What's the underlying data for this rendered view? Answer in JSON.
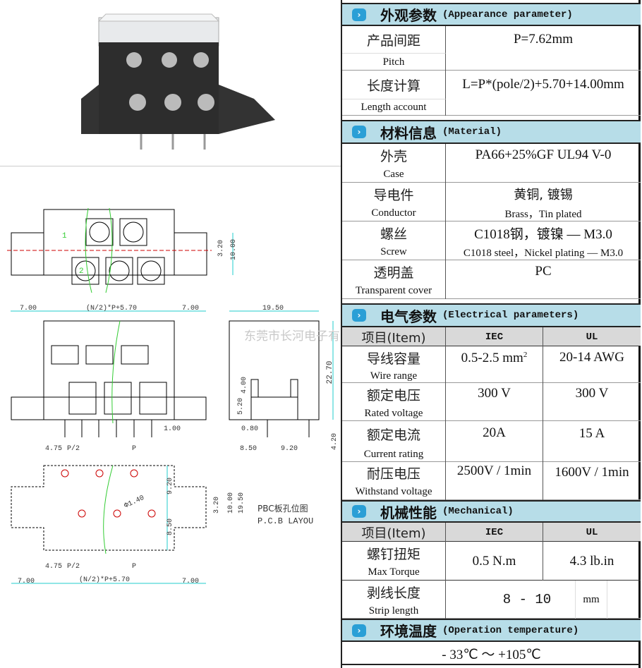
{
  "appearance": {
    "title_cn": "外观参数",
    "title_en": "(Appearance parameter)",
    "pitch": {
      "cn": "产品间距",
      "en": "Pitch",
      "value": "P=7.62mm"
    },
    "length": {
      "cn": "长度计算",
      "en": "Length account",
      "value": "L=P*(pole/2)+5.70+14.00mm"
    }
  },
  "material": {
    "title_cn": "材料信息",
    "title_en": "(Material)",
    "rows": [
      {
        "cn": "外壳",
        "en": "Case",
        "value": "PA66+25%GF UL94 V-0",
        "sub": ""
      },
      {
        "cn": "导电件",
        "en": "Conductor",
        "value": "黄铜, 镀锡",
        "sub": "Brass，Tin plated"
      },
      {
        "cn": "螺丝",
        "en": "Screw",
        "value": "C1018钢，镀镍 — M3.0",
        "sub": "C1018 steel，Nickel plating — M3.0"
      },
      {
        "cn": "透明盖",
        "en": "Transparent cover",
        "value": "PC",
        "sub": ""
      }
    ]
  },
  "electrical": {
    "title_cn": "电气参数",
    "title_en": "(Electrical parameters)",
    "item": "项目(Item)",
    "iec": "IEC",
    "ul": "UL",
    "rows": [
      {
        "cn": "导线容量",
        "en": "Wire range",
        "iec": "0.5-2.5 mm",
        "iec_sup": "2",
        "ul": "20-14  AWG"
      },
      {
        "cn": "额定电压",
        "en": "Rated voltage",
        "iec": "300 V",
        "ul": "300 V"
      },
      {
        "cn": "额定电流",
        "en": "Current rating",
        "iec": "20A",
        "ul": "15  A"
      },
      {
        "cn": "耐压电压",
        "en": "Withstand voltage",
        "iec": "2500V / 1min",
        "ul": "1600V / 1min"
      }
    ]
  },
  "mechanical": {
    "title_cn": "机械性能",
    "title_en": "(Mechanical)",
    "item": "项目(Item)",
    "iec": "IEC",
    "ul": "UL",
    "torque": {
      "cn": "螺钉扭矩",
      "en": "Max Torque",
      "iec": "0.5  N.m",
      "ul": "4.3 lb.in"
    },
    "strip": {
      "cn": "剥线长度",
      "en": "Strip length",
      "value": "8 - 10",
      "unit": "mm"
    }
  },
  "temperature": {
    "title_cn": "环境温度",
    "title_en": "(Operation temperature)",
    "value": "- 33℃ ～ +105℃"
  },
  "drawing": {
    "dim_7": "7.00",
    "dim_formula": "(N/2)*P+5.70",
    "dim_1950": "19.50",
    "dim_2270": "22.70",
    "dim_400": "4.00",
    "dim_520": "5.20",
    "dim_080": "0.80",
    "dim_100": "1.00",
    "dim_850": "8.50",
    "dim_920": "9.20",
    "dim_420": "4.20",
    "dim_475": "4.75",
    "dim_p2": "P/2",
    "dim_p": "P",
    "dim_320": "3.20",
    "dim_1000": "10.00",
    "dim_phi": "Φ1.40",
    "row1": "1",
    "row2": "2",
    "pcb_cn": "PBC板孔位图",
    "pcb_en": "P.C.B LAYOU",
    "watermark": "东莞市长河电子有限公司"
  }
}
